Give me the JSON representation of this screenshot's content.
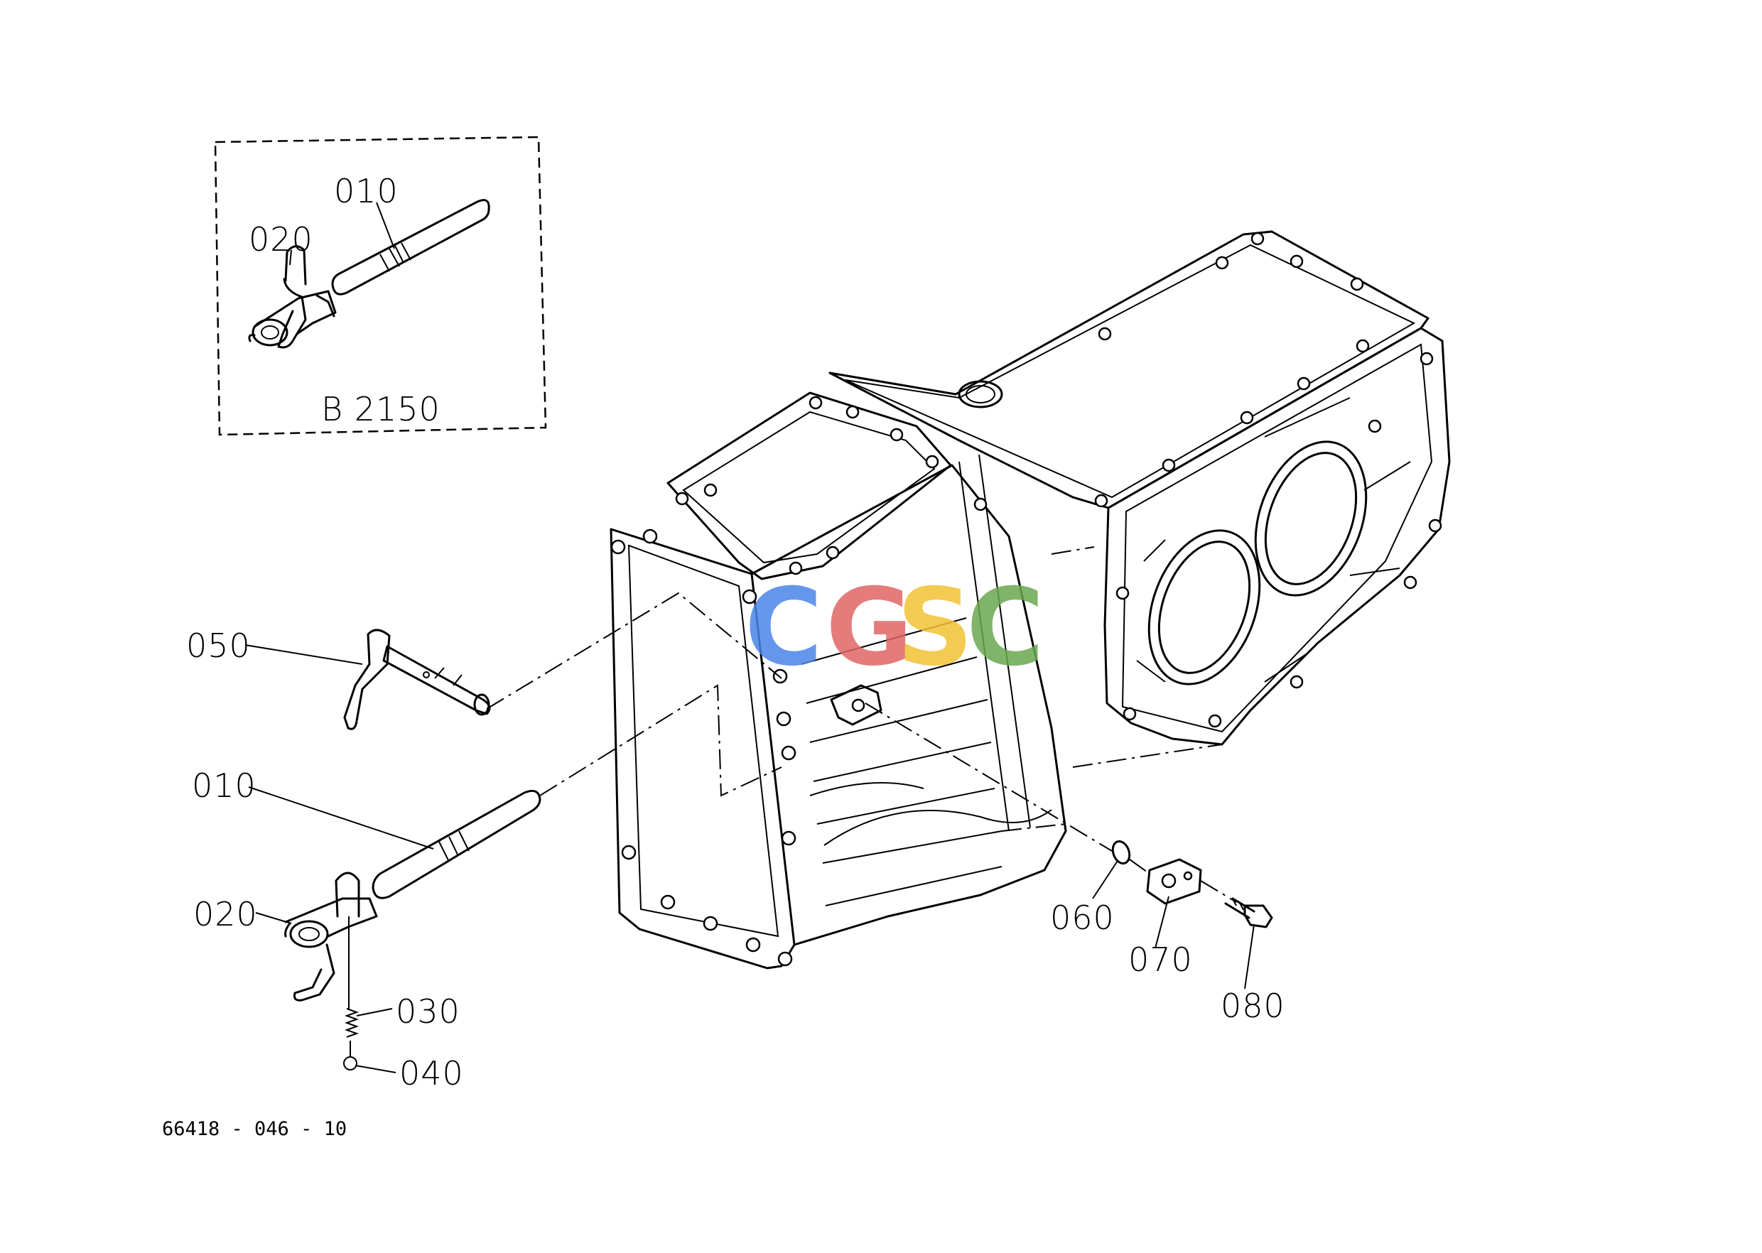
{
  "inset": {
    "variant_label": "B 2150",
    "labels": {
      "shaft": "010",
      "fork": "020"
    }
  },
  "parts": {
    "p050": "050",
    "p010": "010",
    "p020": "020",
    "p030": "030",
    "p040": "040",
    "p060": "060",
    "p070": "070",
    "p080": "080"
  },
  "figure_ref": "66418 - 046 - 10",
  "watermark": {
    "letters": [
      "C",
      "G",
      "S",
      "C"
    ],
    "colors": [
      "#4A86E8",
      "#E06666",
      "#F1C232",
      "#6AA84F"
    ]
  }
}
